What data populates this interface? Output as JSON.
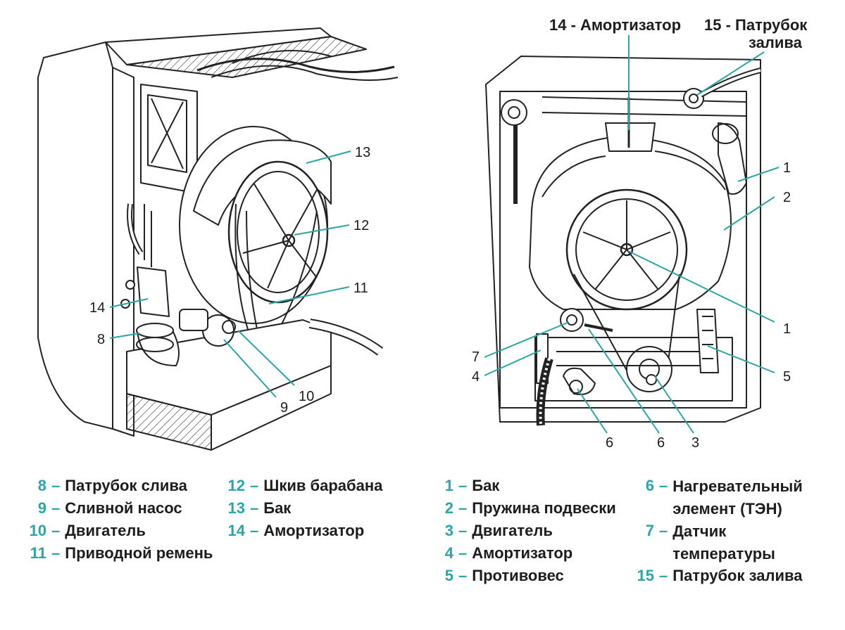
{
  "colors": {
    "accent": "#2ba5a5",
    "ink": "#1d1d1d",
    "line": "#222222"
  },
  "callouts": {
    "left": {
      "c13": "13",
      "c12": "12",
      "c11": "11",
      "c14": "14",
      "c8": "8",
      "c9": "9",
      "c10": "10"
    },
    "right": {
      "top14": "14 - Амортизатор",
      "top15a": "15 - Патрубок",
      "top15b": "залива",
      "c1a": "1",
      "c2": "2",
      "c1b": "1",
      "c5": "5",
      "c7": "7",
      "c4": "4",
      "c6a": "6",
      "c6b": "6",
      "c3": "3"
    }
  },
  "legend": {
    "col1": [
      {
        "num": "8",
        "text": "Патрубок слива"
      },
      {
        "num": "9",
        "text": "Сливной насос"
      },
      {
        "num": "10",
        "text": "Двигатель"
      },
      {
        "num": "11",
        "text": "Приводной ремень"
      }
    ],
    "col2": [
      {
        "num": "12",
        "text": "Шкив барабана"
      },
      {
        "num": "13",
        "text": "Бак"
      },
      {
        "num": "14",
        "text": "Амортизатор"
      }
    ],
    "col3": [
      {
        "num": "1",
        "text": "Бак"
      },
      {
        "num": "2",
        "text": "Пружина подвески"
      },
      {
        "num": "3",
        "text": "Двигатель"
      },
      {
        "num": "4",
        "text": "Амортизатор"
      },
      {
        "num": "5",
        "text": "Противовес"
      }
    ],
    "col4": [
      {
        "num": "6",
        "text": "Нагревательный элемент (ТЭН)"
      },
      {
        "num": "7",
        "text": "Датчик температуры"
      },
      {
        "num": "15",
        "text": "Патрубок залива"
      }
    ]
  }
}
